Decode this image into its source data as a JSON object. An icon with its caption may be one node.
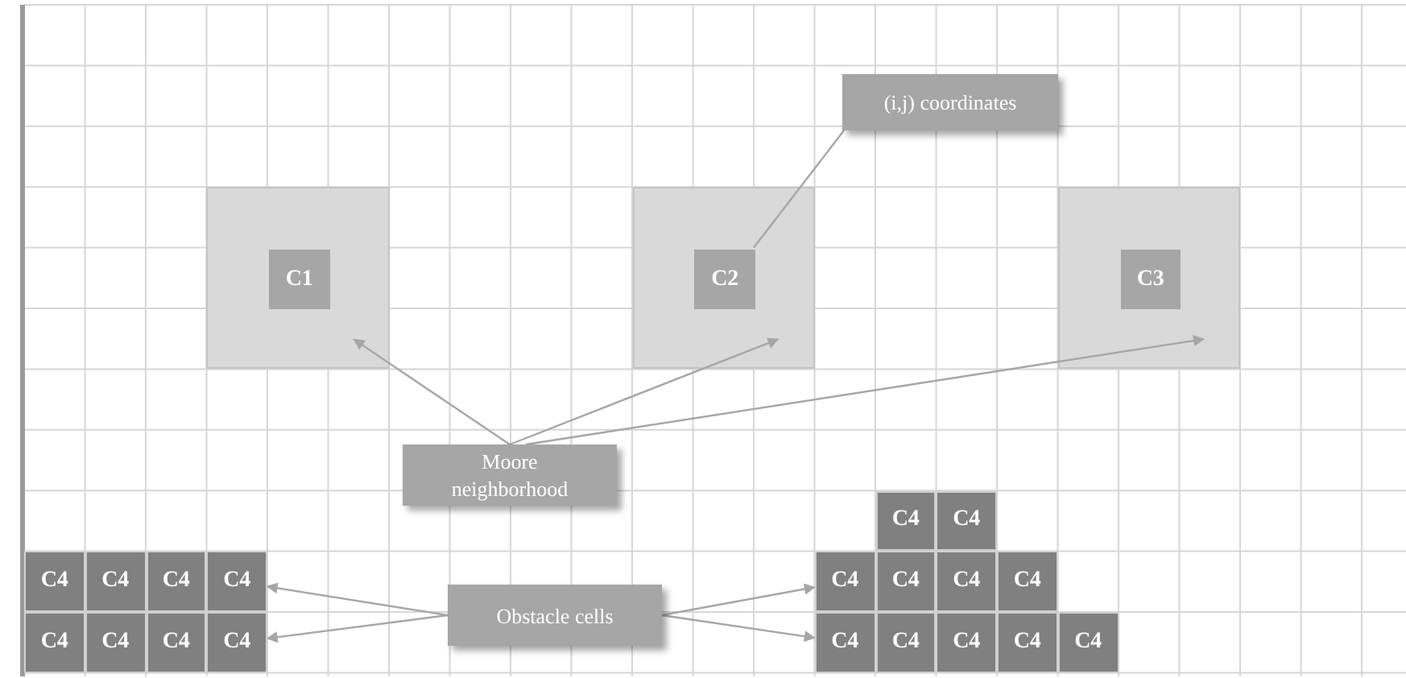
{
  "diagram": {
    "nodes": [
      {
        "text": [
          "(i,j) coordinates"
        ]
      },
      {
        "text": [],
        "shape": "box"
      },
      {
        "text": [
          "C1"
        ],
        "in": 1
      },
      {
        "text": [],
        "shape": "box"
      },
      {
        "text": [
          "C2"
        ],
        "in": 3
      },
      {
        "text": [],
        "shape": "box"
      },
      {
        "text": [
          "C3"
        ],
        "in": 5
      },
      {
        "text": [
          "Moore neighborhood"
        ]
      },
      {
        "text": [
          "C4"
        ]
      },
      {
        "text": [
          "C4"
        ]
      },
      {
        "text": [
          "C4"
        ]
      },
      {
        "text": [
          "C4"
        ]
      },
      {
        "text": [
          "C4"
        ]
      },
      {
        "text": [
          "C4"
        ]
      },
      {
        "text": [
          "C4"
        ]
      },
      {
        "text": [
          "C4"
        ]
      },
      {
        "text": [
          "C4"
        ]
      },
      {
        "text": [
          "C4"
        ]
      },
      {
        "text": [
          "Obstacle cells"
        ]
      },
      {
        "text": [
          "C4"
        ]
      },
      {
        "text": [
          "C4"
        ]
      },
      {
        "text": [
          "C4"
        ]
      },
      {
        "text": [
          "C4"
        ]
      },
      {
        "text": [
          "C4"
        ]
      },
      {
        "text": [
          "C4"
        ]
      },
      {
        "text": [
          "C4"
        ]
      },
      {
        "text": [
          "C4"
        ]
      },
      {
        "text": [
          "C4"
        ]
      }
    ],
    "edges": [
      {
        "from": 0,
        "to": 4,
        "arrow": "none"
      },
      {
        "from": 7,
        "to": 1,
        "arrow": "to"
      },
      {
        "from": 7,
        "to": 3,
        "arrow": "to"
      },
      {
        "from": 7,
        "to": 5,
        "arrow": "to"
      },
      {
        "from": 18,
        "to": 13,
        "arrow": "to"
      },
      {
        "from": 18,
        "to": 22,
        "arrow": "to"
      },
      {
        "from": 18,
        "to": 14,
        "arrow": "to"
      },
      {
        "from": 18,
        "to": 23,
        "arrow": "to"
      }
    ]
  }
}
